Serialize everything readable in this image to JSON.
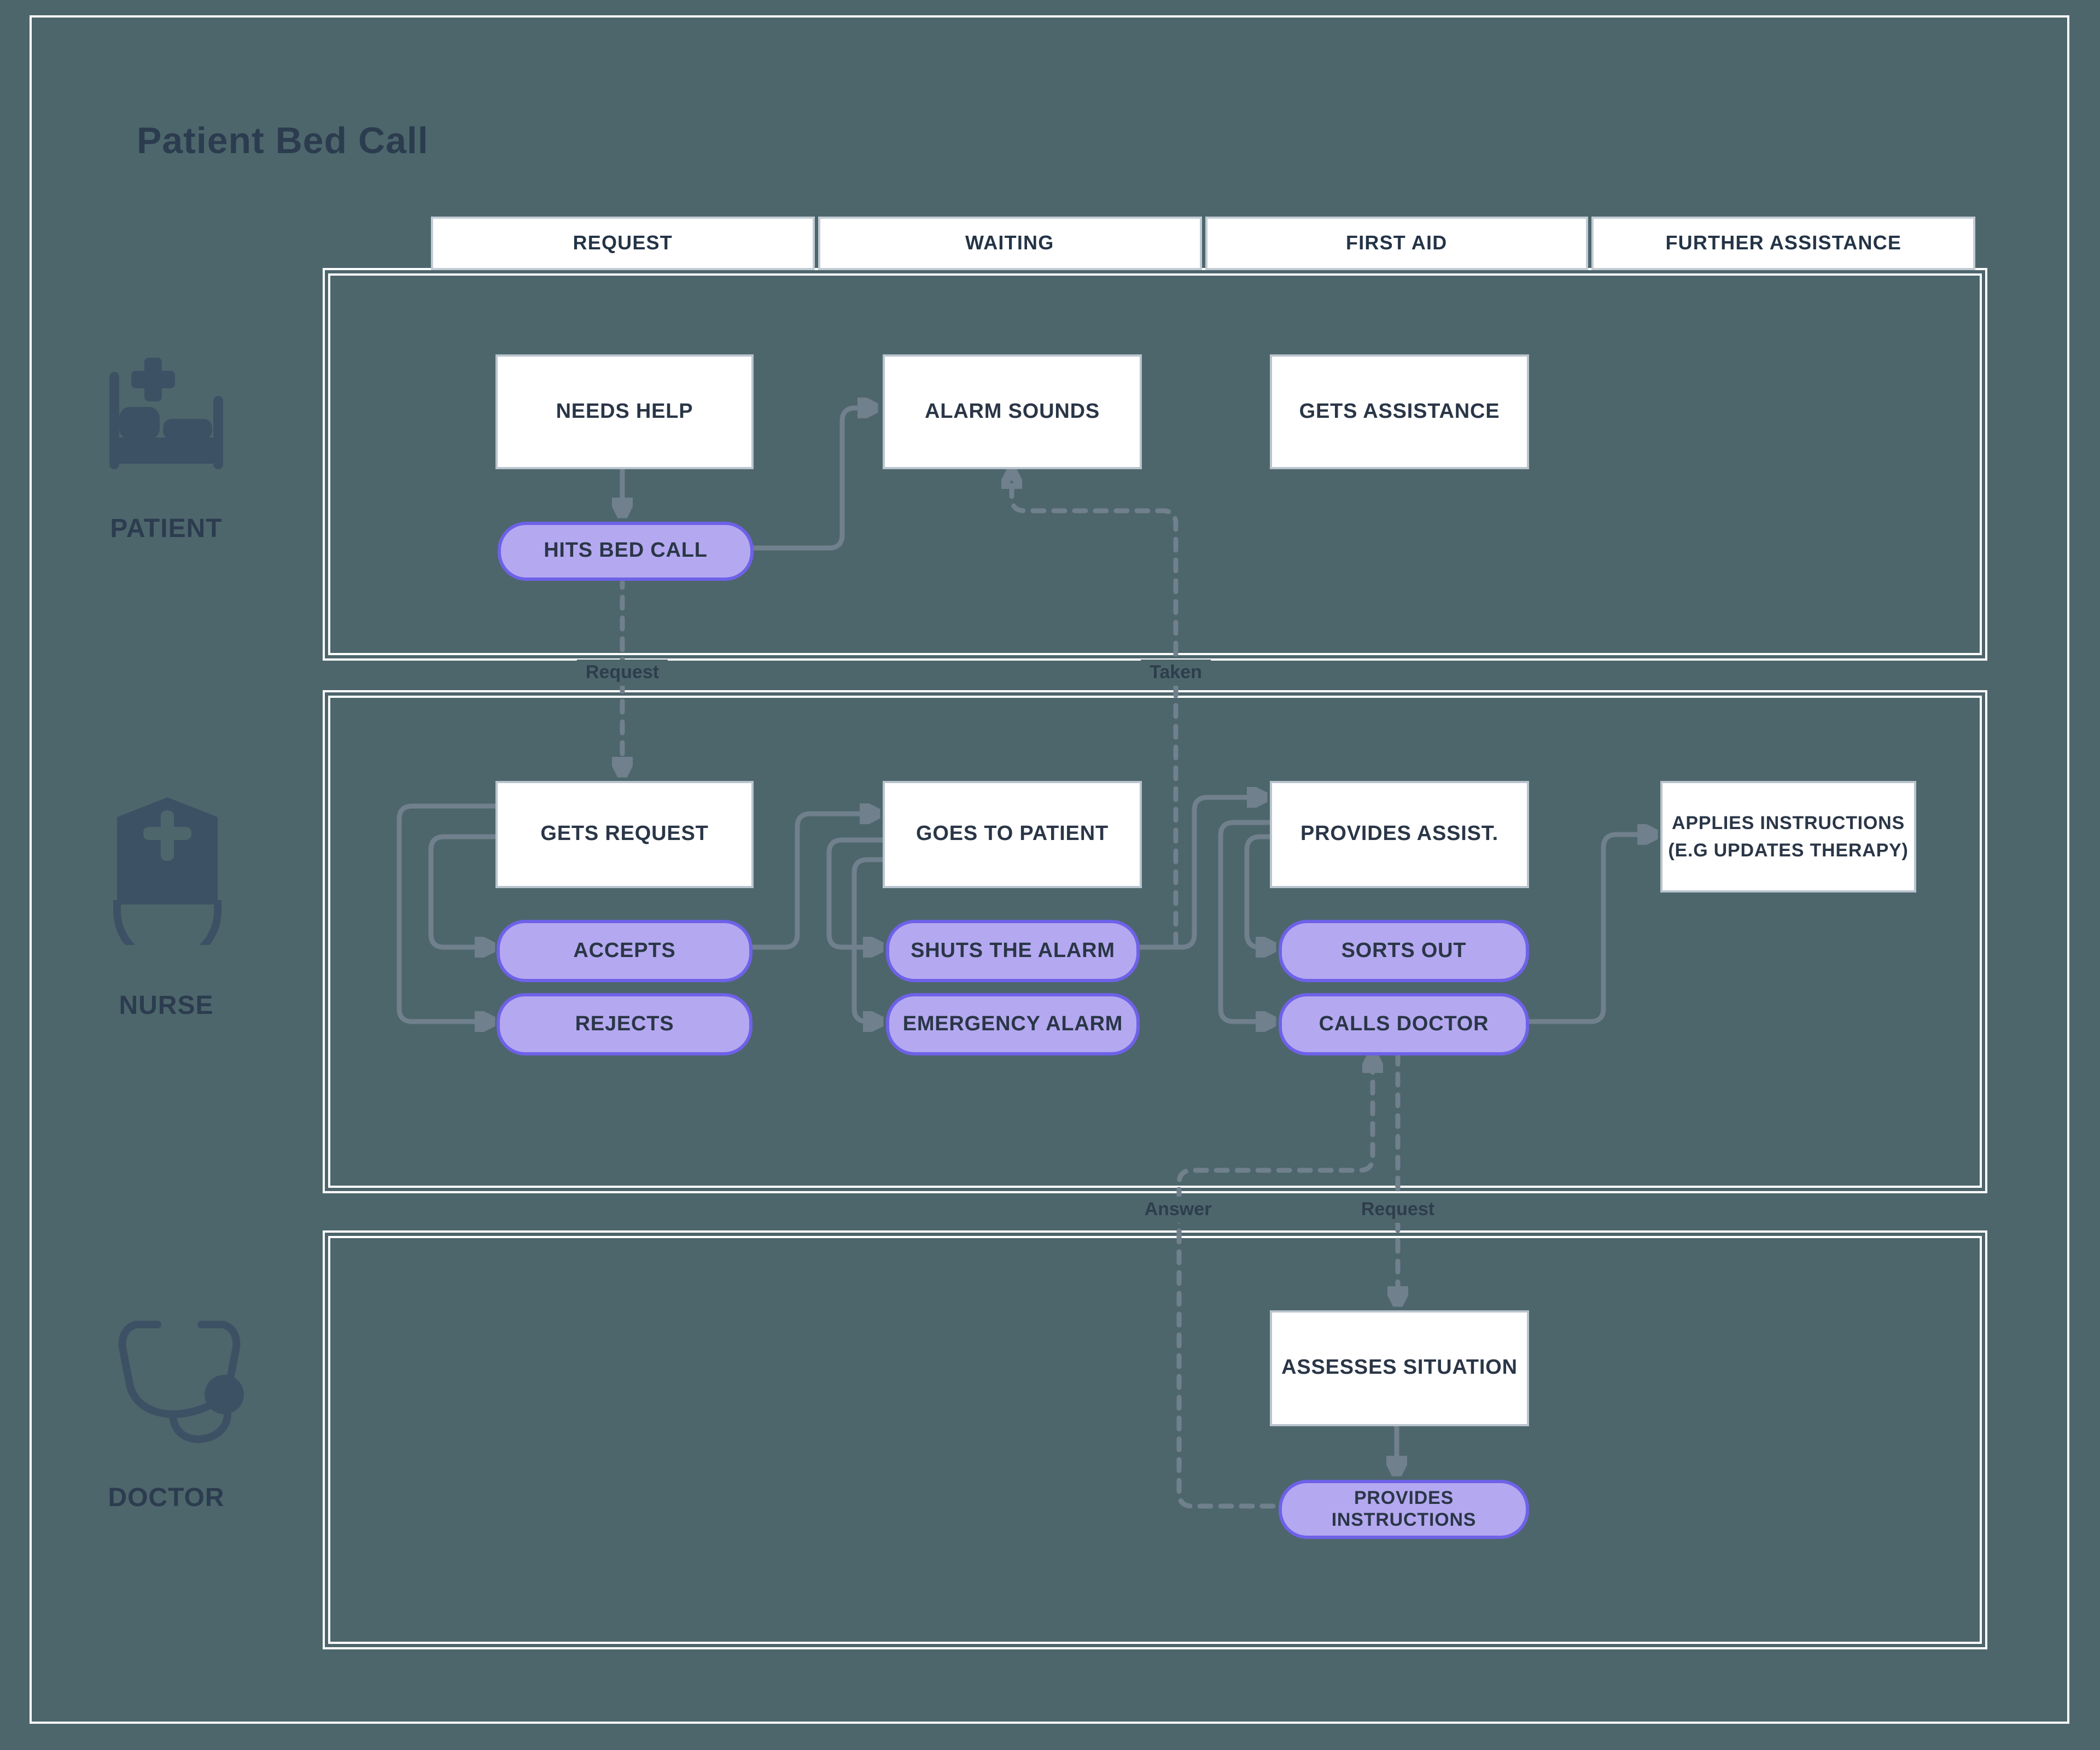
{
  "title": "Patient Bed Call",
  "columns": [
    "REQUEST",
    "WAITING",
    "FIRST AID",
    "FURTHER ASSISTANCE"
  ],
  "lanes": [
    {
      "label": "PATIENT",
      "icon": "hospital-bed-icon"
    },
    {
      "label": "NURSE",
      "icon": "nurse-cap-icon"
    },
    {
      "label": "DOCTOR",
      "icon": "stethoscope-icon"
    }
  ],
  "nodes": {
    "needs_help": "NEEDS HELP",
    "alarm_sounds": "ALARM SOUNDS",
    "gets_assistance": "GETS ASSISTANCE",
    "hits_bed_call": "HITS BED CALL",
    "gets_request": "GETS REQUEST",
    "goes_to_patient": "GOES TO PATIENT",
    "provides_assist": "PROVIDES ASSIST.",
    "applies_instructions_line1": "APPLIES INSTRUCTIONS",
    "applies_instructions_line2": "(E.G UPDATES THERAPY)",
    "accepts": "ACCEPTS",
    "rejects": "REJECTS",
    "shuts_the_alarm": "SHUTS THE ALARM",
    "emergency_alarm": "EMERGENCY ALARM",
    "sorts_out": "SORTS OUT",
    "calls_doctor": "CALLS DOCTOR",
    "assesses_situation": "ASSESSES SITUATION",
    "provides_instructions": "PROVIDES INSTRUCTIONS"
  },
  "edge_labels": {
    "request_top": "Request",
    "taken": "Taken",
    "answer": "Answer",
    "request_bottom": "Request"
  },
  "colors": {
    "background": "#4d666c",
    "lane_border": "#ffffff",
    "node_fill": "#ffffff",
    "node_border": "#b9c4ce",
    "node_text": "#2a3647",
    "pill_fill": "#b4a9f0",
    "pill_border": "#6e61e8",
    "connector": "#70808c",
    "icon": "#3d5164",
    "heading_text": "#2c3c4f"
  }
}
